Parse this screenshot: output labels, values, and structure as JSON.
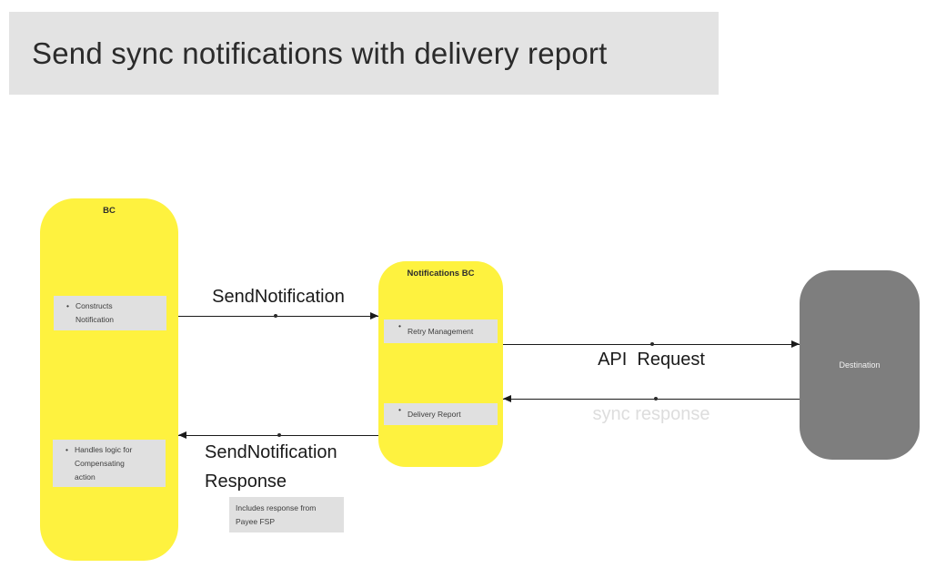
{
  "diagram": {
    "title": "Send sync notifications with delivery report",
    "bullet": "•",
    "bc_node": {
      "label": "BC",
      "item1": "Constructs\nNotification",
      "item2": "Handles logic for\nCompensating\naction"
    },
    "notifications_node": {
      "label": "Notifications BC",
      "item1": "Retry Management",
      "item2": "Delivery Report"
    },
    "destination_node": {
      "label": "Destination"
    },
    "arrows": {
      "send_notification": "SendNotification",
      "send_notification_response": "SendNotification\nResponse",
      "api_request": "API  Request",
      "sync_response": "sync response"
    },
    "note": "Includes response from\nPayee FSP"
  },
  "colors": {
    "node_yellow": "#FEF23F",
    "destination_gray": "#7E7E7E",
    "title_bar_gray": "#E3E3E3",
    "sub_item_gray": "#E0E0E0",
    "sync_response_text": "#DDDDDD",
    "edge_black": "#1A1A1A"
  }
}
